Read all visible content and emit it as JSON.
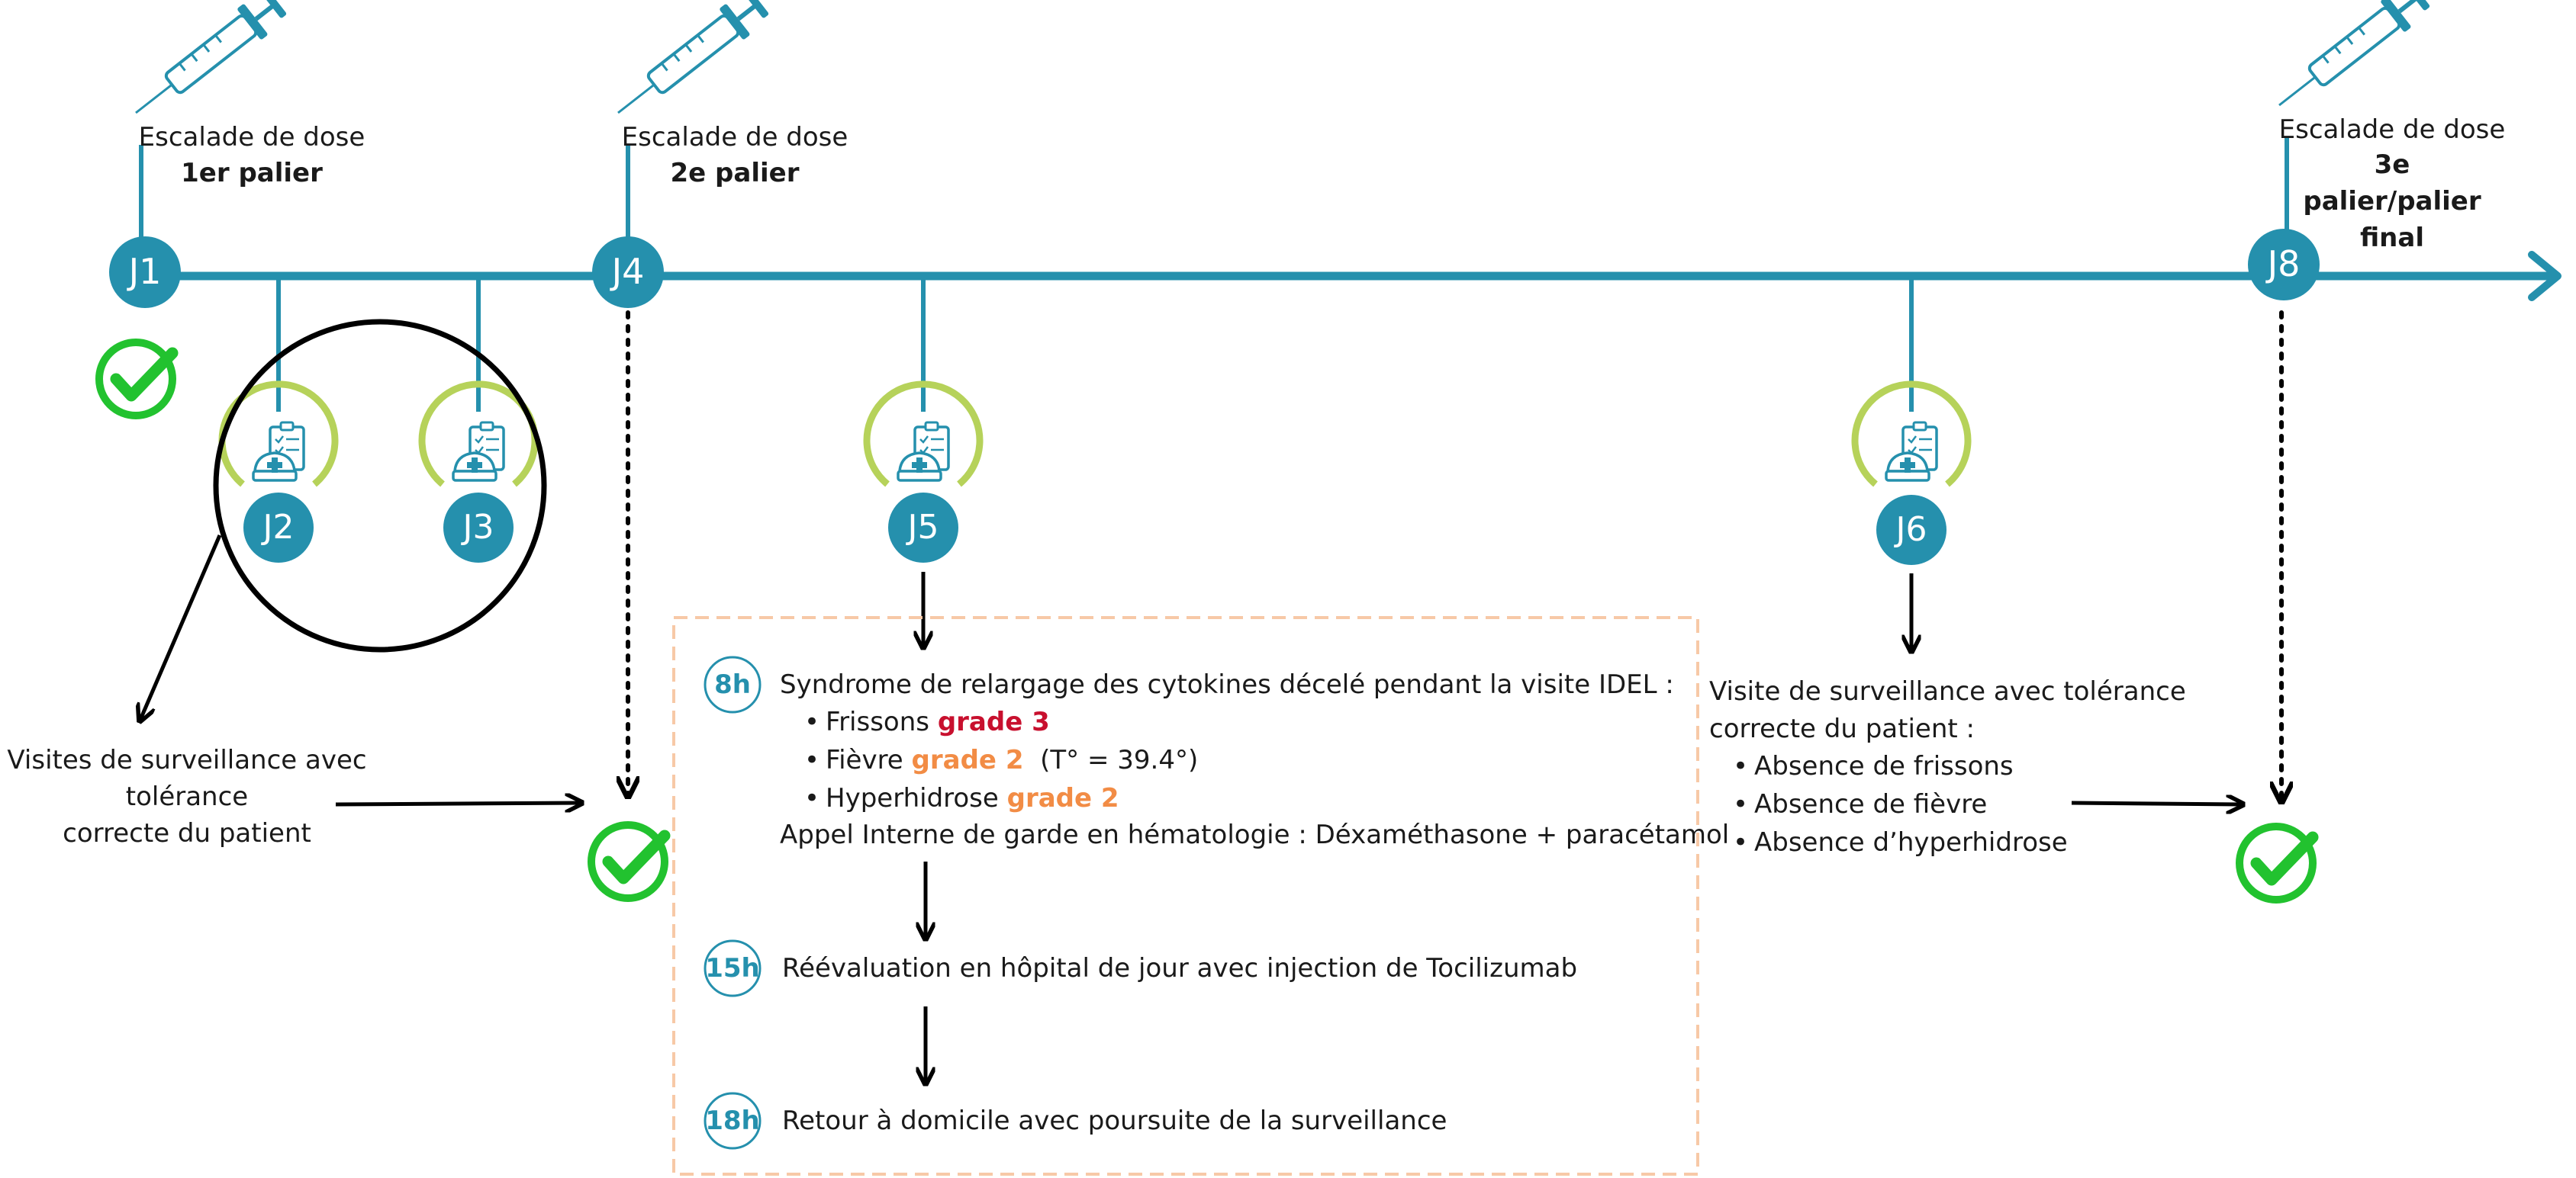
{
  "colors": {
    "teal": "#2590ad",
    "lime": "#b6d25a",
    "check_green": "#22c22f",
    "box_dash": "#f7c9a7",
    "grade3": "#c8102e",
    "grade2": "#f28c45"
  },
  "milestones": [
    {
      "id": "J1",
      "label": "J1",
      "caption": "Escalade de dose",
      "level": "1er palier"
    },
    {
      "id": "J4",
      "label": "J4",
      "caption": "Escalade de dose",
      "level": "2e palier"
    },
    {
      "id": "J8",
      "label": "J8",
      "caption": "Escalade de dose",
      "level": "3e palier/palier final"
    }
  ],
  "visits": [
    {
      "id": "J2",
      "label": "J2"
    },
    {
      "id": "J3",
      "label": "J3"
    },
    {
      "id": "J5",
      "label": "J5"
    },
    {
      "id": "J6",
      "label": "J6"
    }
  ],
  "left_note": {
    "lines": [
      "Visites de surveillance avec",
      "tolérance",
      "correcte du patient"
    ]
  },
  "event_box": {
    "t8": "8h",
    "t8_text": "Syndrome de relargage des cytokines décelé pendant la visite IDEL :",
    "symptoms": [
      {
        "name": "Frissons",
        "grade": "grade 3",
        "extra": ""
      },
      {
        "name": "Fièvre",
        "grade": "grade 2",
        "extra": "(T° = 39.4°)"
      },
      {
        "name": "Hyperhidrose",
        "grade": "grade 2",
        "extra": ""
      }
    ],
    "call_text": "Appel Interne de garde en hématologie : Déxaméthasone + paracétamol",
    "t15": "15h",
    "t15_text": "Réévaluation en hôpital de jour avec injection de Tocilizumab",
    "t18": "18h",
    "t18_text": "Retour à domicile avec poursuite de la surveillance"
  },
  "right_note": {
    "line1": "Visite de surveillance avec tolérance",
    "line2": "correcte du patient :",
    "items": [
      "Absence de frissons",
      "Absence de fièvre",
      "Absence d’hyperhidrose"
    ]
  },
  "icons": {
    "syringe": "syringe-icon",
    "nurse": "nurse-checklist-icon",
    "check": "check-icon"
  }
}
